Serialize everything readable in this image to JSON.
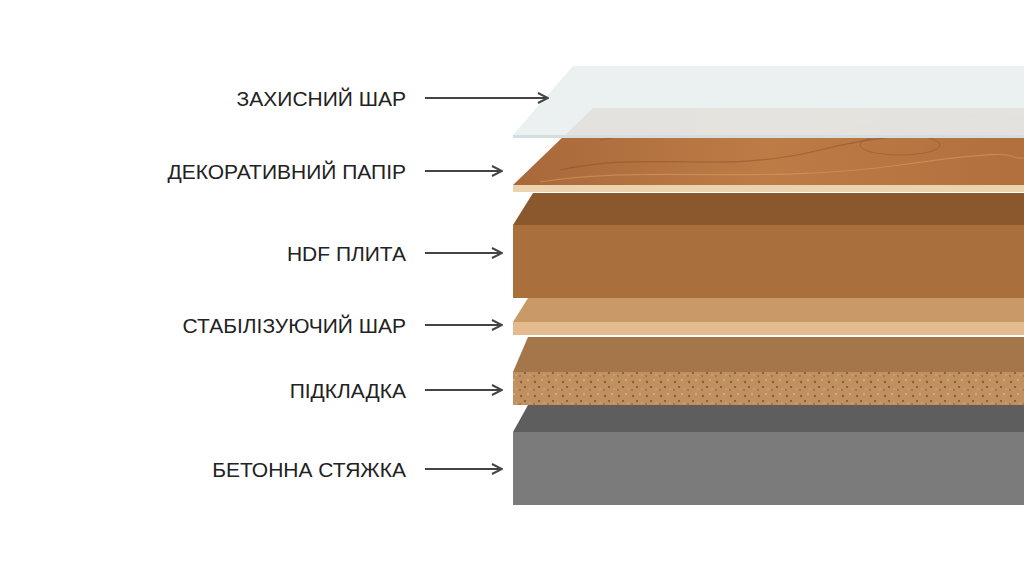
{
  "diagram": {
    "labels": [
      "ЗАХИСНИЙ ШАР",
      "ДЕКОРАТИВНИЙ ПАПІР",
      "HDF ПЛИТА",
      "СТАБІЛІЗУЮЧИЙ ШАР",
      "ПІДКЛАДКА",
      "БЕТОННА СТЯЖКА"
    ]
  }
}
